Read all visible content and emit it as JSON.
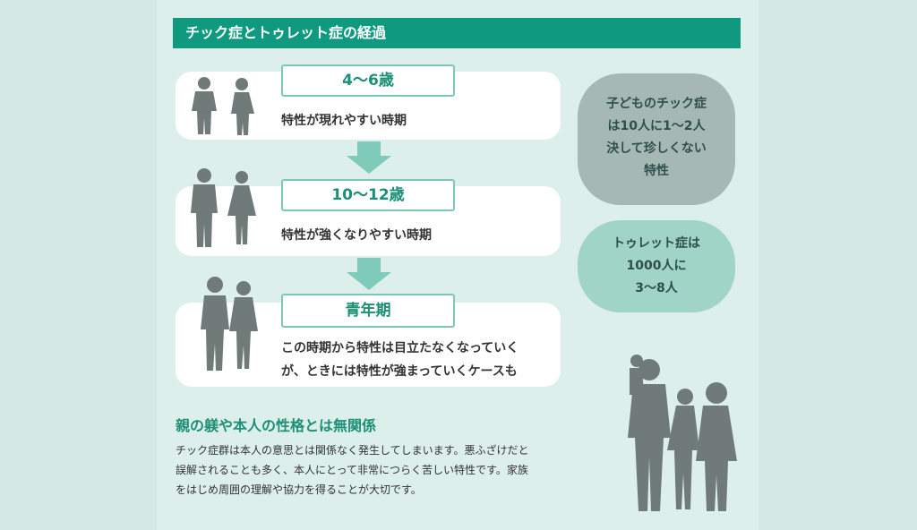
{
  "header": {
    "title": "チック症とトゥレット症の経過"
  },
  "stages": [
    {
      "age": "4～6歳",
      "desc_lines": [
        "特性が現れやすい時期"
      ]
    },
    {
      "age": "10～12歳",
      "desc_lines": [
        "特性が強くなりやすい時期"
      ]
    },
    {
      "age": "青年期",
      "desc_lines": [
        "この時期から特性は目立たなくなっていく",
        "が、ときには特性が強まっていくケースも"
      ]
    }
  ],
  "bubbles": [
    {
      "lines": [
        "子どものチック症",
        "は10人に1～2人",
        "決して珍しくない",
        "特性"
      ]
    },
    {
      "lines": [
        "トゥレット症は",
        "1000人に",
        "3～8人"
      ]
    }
  ],
  "section": {
    "title": "親の躾や本人の性格とは無関係",
    "lines": [
      "チック症群は本人の意思とは関係なく発生してしまいます。悪ふざけだと",
      "誤解されることも多く、本人にとって非常につらく苦しい特性です。家族",
      "をはじめ周囲の理解や協力を得ることが大切です。"
    ]
  },
  "colors": {
    "accent": "#0f9a80",
    "bubble_gray": "#a6b8b4",
    "bubble_teal": "#9fd4c7",
    "silhouette": "#707a78"
  },
  "icons": [
    "child-silhouettes-icon",
    "preteen-silhouettes-icon",
    "teen-silhouettes-icon",
    "family-silhouette-icon",
    "down-arrow-icon"
  ]
}
